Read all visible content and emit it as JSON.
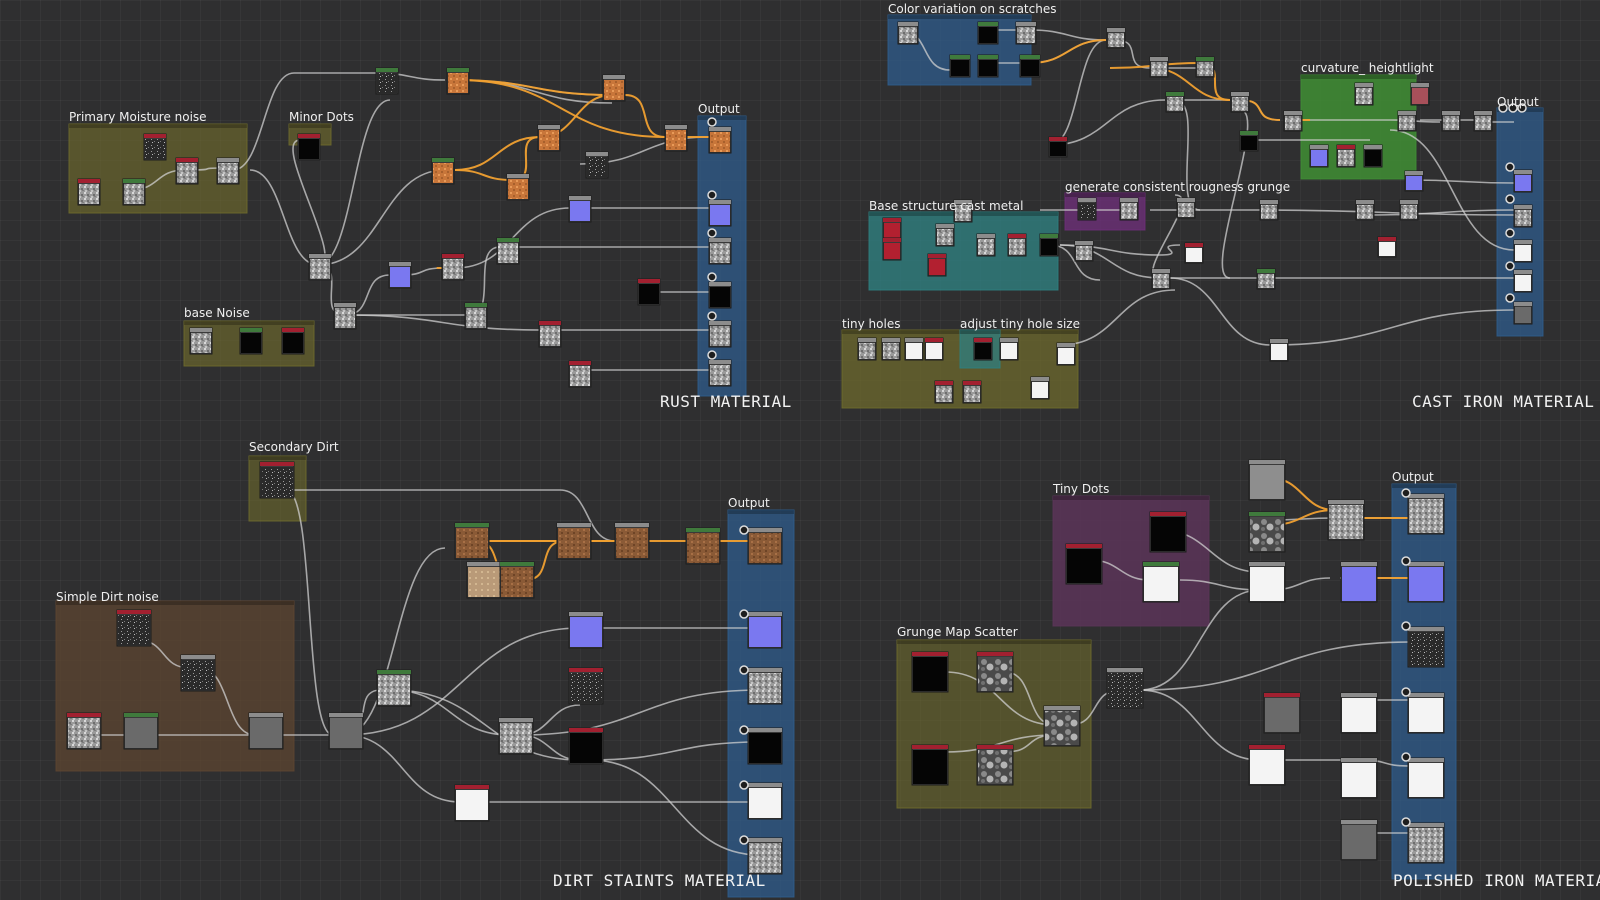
{
  "materials": [
    {
      "id": "rust",
      "title": "RUST MATERIAL"
    },
    {
      "id": "cast",
      "title": "CAST IRON MATERIAL"
    },
    {
      "id": "dirt",
      "title": "DIRT STAINTS MATERIAL"
    },
    {
      "id": "polished",
      "title": "POLISHED IRON MATERIAL"
    }
  ],
  "frames": {
    "primary_moisture": "Primary Moisture noise",
    "minor_dots": "Minor Dots",
    "base_noise": "base Noise",
    "rust_output": "Output",
    "color_variation": "Color variation on scratches",
    "curvature": "curvature_ heightlight",
    "cast_output": "Output",
    "base_structure": "Base structure cast metal",
    "rougness": "generate consistent rougness grunge",
    "tiny_holes": "tiny holes",
    "adjust_holes": "adjust tiny hole size",
    "secondary_dirt": "Secondary Dirt",
    "simple_dirt": "Simple Dirt noise",
    "dirt_output": "Output",
    "tiny_dots": "Tiny Dots",
    "grunge_scatter": "Grunge Map Scatter",
    "polished_output": "Output"
  },
  "colors": {
    "background": "#2f2f30",
    "frame_olive": "#6e6a2c",
    "frame_brown": "#5d4530",
    "frame_blue": "#2f5c8c",
    "frame_green": "#3f8e34",
    "frame_teal": "#2f7f80",
    "frame_purple": "#6d2f78",
    "frame_plum": "#5b3458",
    "node_header_red": "#a22030",
    "node_header_green": "#3f7a3c",
    "node_header_gray": "#8c8c8c",
    "wire_gray": "#d0d0d0",
    "wire_orange": "#f0a030",
    "thumb_orange": "#e2883e",
    "thumb_purple": "#7a78f0"
  }
}
